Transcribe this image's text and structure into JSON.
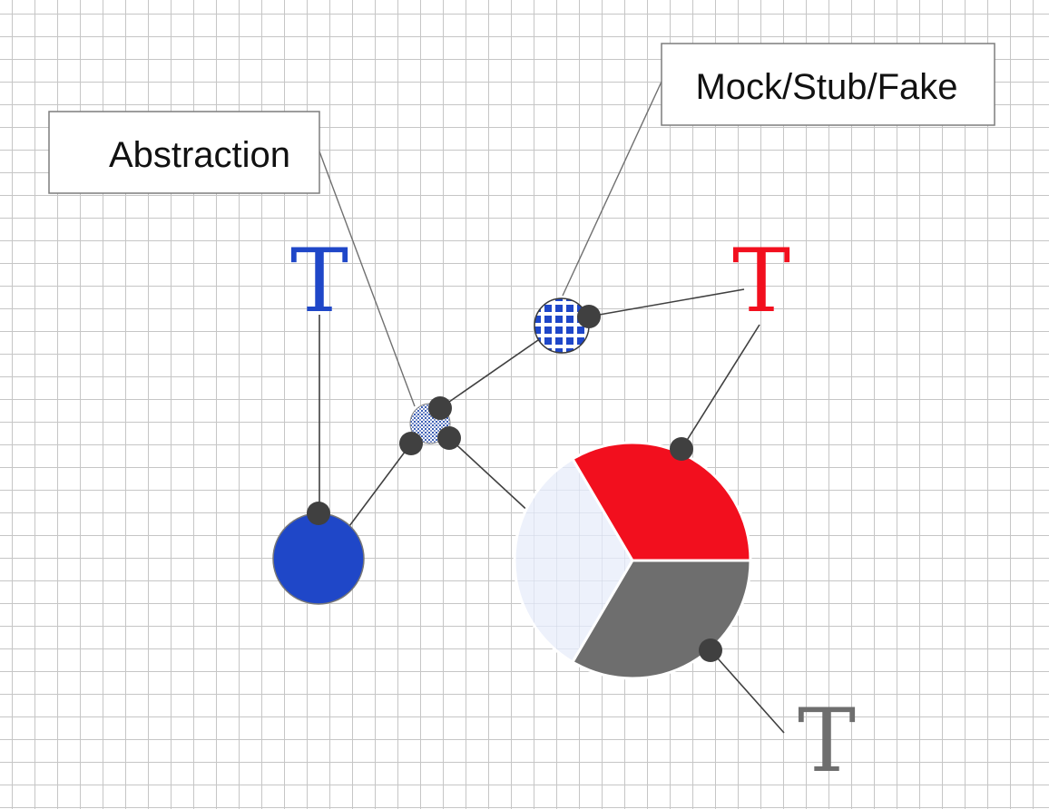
{
  "labels": {
    "abstraction": "Abstraction",
    "mock": "Mock/Stub/Fake"
  },
  "tees": {
    "blue": "T",
    "red": "T",
    "gray": "T"
  },
  "colors": {
    "blue": "#1f47c8",
    "red": "#f20f1e",
    "gray": "#6e6e6e",
    "pale": "#edf1fb",
    "connector": "#404040"
  }
}
